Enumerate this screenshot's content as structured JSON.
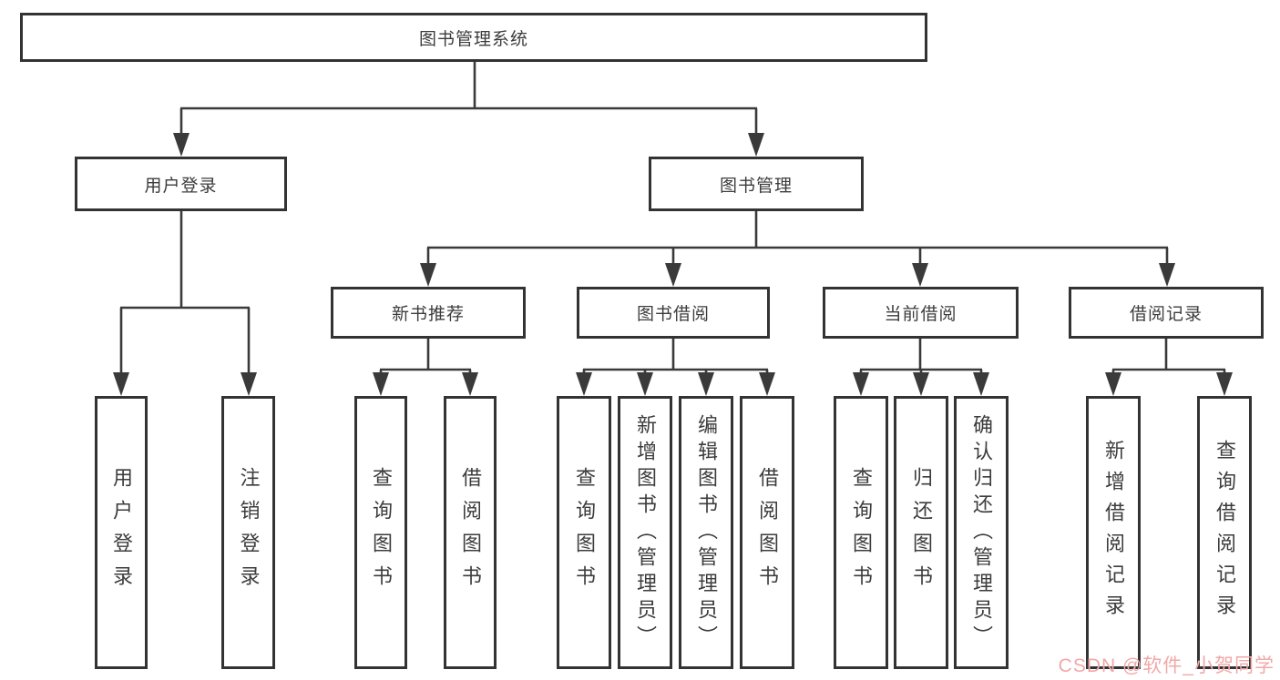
{
  "diagram": {
    "root": {
      "label": "图书管理系统"
    },
    "level2": [
      {
        "label": "用户登录"
      },
      {
        "label": "图书管理"
      }
    ],
    "level3": [
      {
        "label": "新书推荐"
      },
      {
        "label": "图书借阅"
      },
      {
        "label": "当前借阅"
      },
      {
        "label": "借阅记录"
      }
    ],
    "leaves": {
      "user_login": [
        {
          "label": "用户登录"
        },
        {
          "label": "注销登录"
        }
      ],
      "new_book": [
        {
          "label": "查询图书"
        },
        {
          "label": "借阅图书"
        }
      ],
      "book_borrow": [
        {
          "label": "查询图书"
        },
        {
          "label": "新增图书（管理员）"
        },
        {
          "label": "编辑图书（管理员）"
        },
        {
          "label": "借阅图书"
        }
      ],
      "current_borrow": [
        {
          "label": "查询图书"
        },
        {
          "label": "归还图书"
        },
        {
          "label": "确认归还（管理员）"
        }
      ],
      "borrow_records": [
        {
          "label": "新增借阅记录"
        },
        {
          "label": "查询借阅记录"
        }
      ]
    },
    "colors": {
      "line": "#3a3a3a",
      "box_border": "#333333",
      "text": "#3c3c3c",
      "background": "#ffffff",
      "watermark": "#f2a8a8"
    },
    "watermark": {
      "text": "CSDN @软件_小贺同学"
    }
  }
}
